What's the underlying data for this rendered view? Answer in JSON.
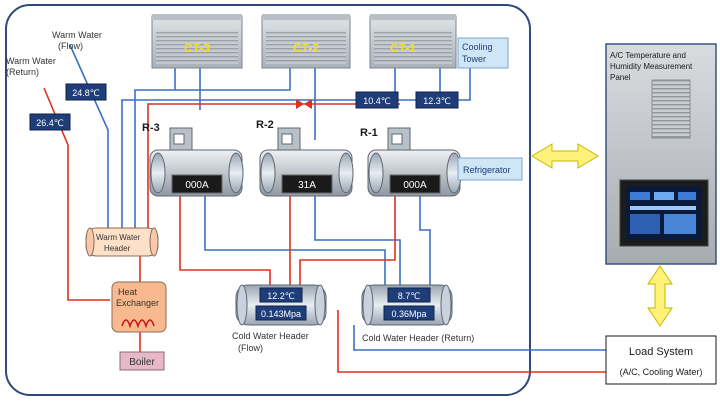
{
  "labels": {
    "warm_flow_l1": "Warm Water",
    "warm_flow_l2": "(Flow)",
    "warm_return_l1": "Warm Water",
    "warm_return_l2": "(Return)",
    "cooling_tower_l1": "Cooling",
    "cooling_tower_l2": "Tower",
    "refrigerator": "Refrigerator",
    "warm_header_l1": "Warm Water",
    "warm_header_l2": "Header",
    "heat_ex_l1": "Heat",
    "heat_ex_l2": "Exchanger",
    "boiler": "Boiler",
    "cold_flow_l1": "Cold Water Header",
    "cold_flow_l2": "(Flow)",
    "cold_return": "Cold Water Header (Return)",
    "panel_l1": "A/C Temperature and",
    "panel_l2": "Humidity Measurement",
    "panel_l3": "Panel",
    "load_l1": "Load System",
    "load_l2": "(A/C, Cooling Water)"
  },
  "towers": [
    {
      "name": "CT-3"
    },
    {
      "name": "CT-2"
    },
    {
      "name": "CT-1"
    }
  ],
  "refrigerators": [
    {
      "name": "R-3",
      "current": "000A"
    },
    {
      "name": "R-2",
      "current": "31A"
    },
    {
      "name": "R-1",
      "current": "000A"
    }
  ],
  "readings": {
    "warm_flow_temp": "24.8℃",
    "warm_return_temp": "26.4℃",
    "ct1_left_temp": "10.4℃",
    "ct1_right_temp": "12.3℃",
    "cold_flow_temp": "12.2℃",
    "cold_flow_pressure": "0.143Mpa",
    "cold_return_temp": "8.7℃",
    "cold_return_pressure": "0.36Mpa"
  },
  "colors": {
    "hot_pipe": "#e0301e",
    "cold_pipe": "#3a6fc4",
    "display_bg": "#1f3d78",
    "label_box": "#cfe6f7",
    "header_fill": "#fde0c8",
    "boiler_fill": "#e6b8c8",
    "arrow_fill": "#fff27a",
    "tower_label": "#f2e21a"
  }
}
